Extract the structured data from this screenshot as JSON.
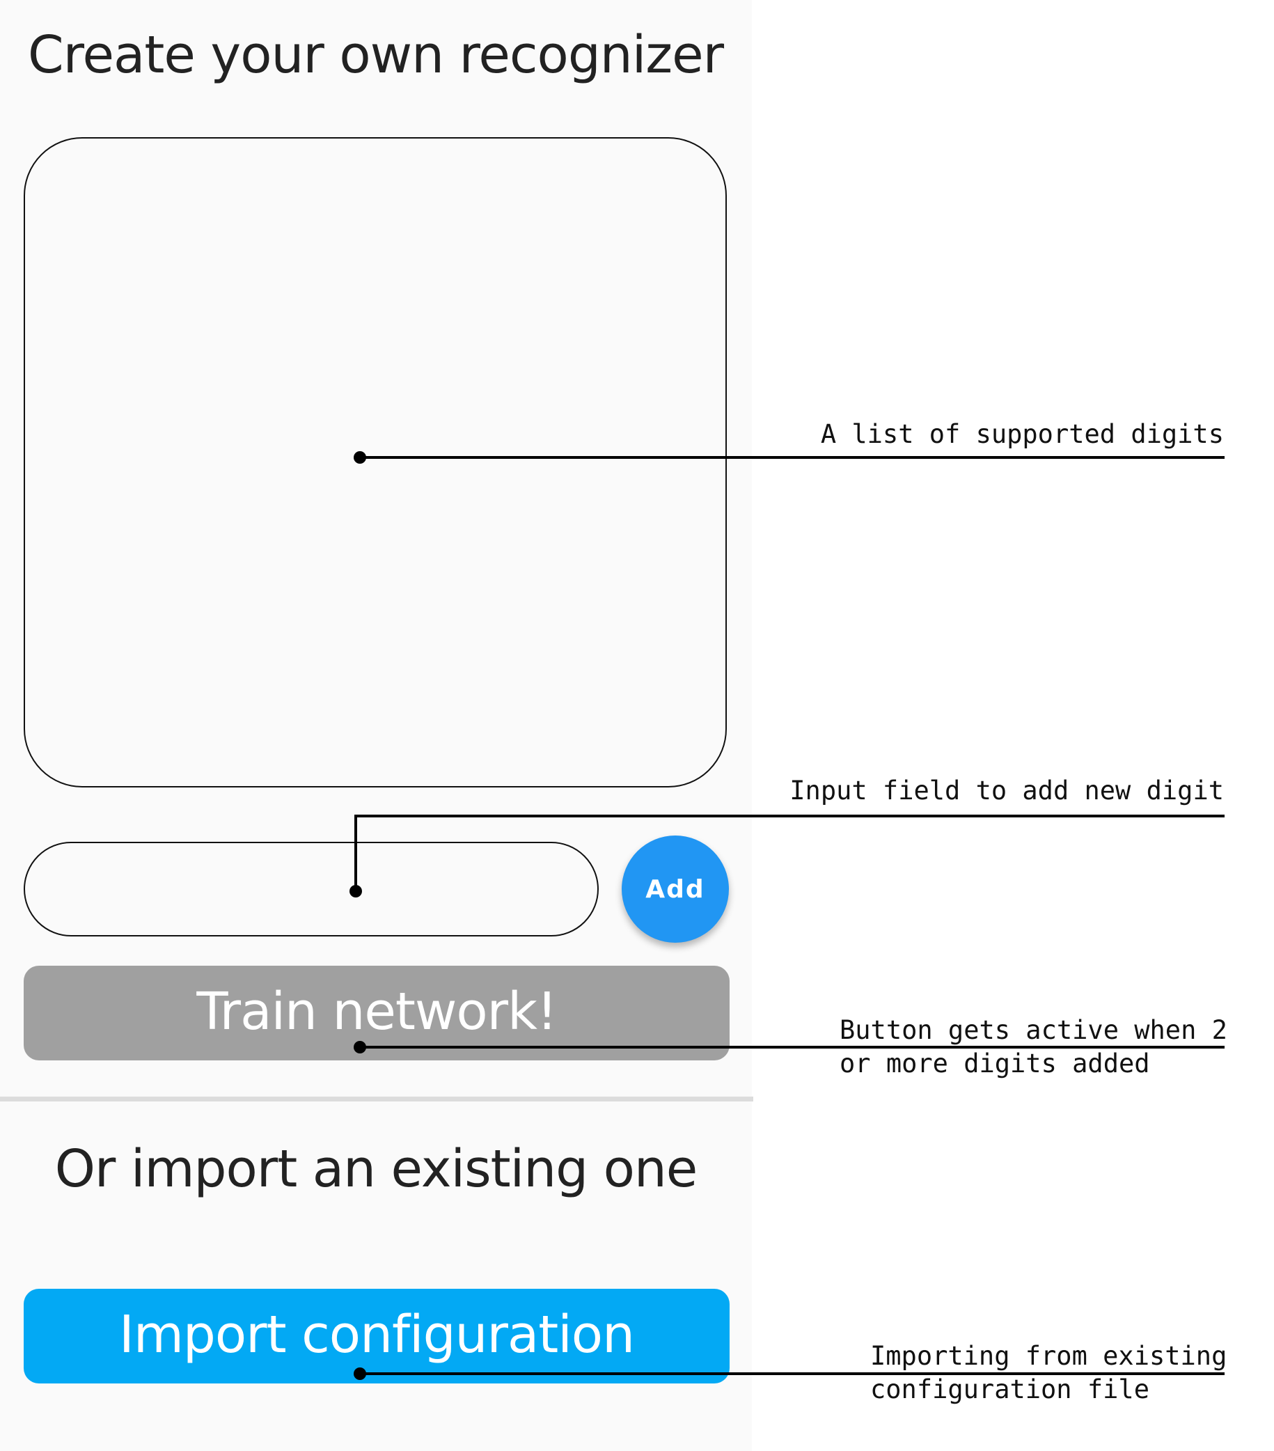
{
  "create_section": {
    "title": "Create your own recognizer",
    "digit_input": {
      "value": "",
      "placeholder": ""
    },
    "add_button_label": "Add",
    "train_button_label": "Train network!"
  },
  "import_section": {
    "title": "Or import an existing one",
    "import_button_label": "Import configuration"
  },
  "annotations": {
    "digit_list": "A list of supported digits",
    "input_field": "Input field to add new digit",
    "train_button": "Button gets active when 2\nor more digits added",
    "import_button": "Importing from existing\nconfiguration file"
  },
  "colors": {
    "add_button": "#2196f3",
    "train_button_disabled": "#a0a0a0",
    "import_button": "#03a9f4",
    "panel_background": "#fafafa"
  }
}
